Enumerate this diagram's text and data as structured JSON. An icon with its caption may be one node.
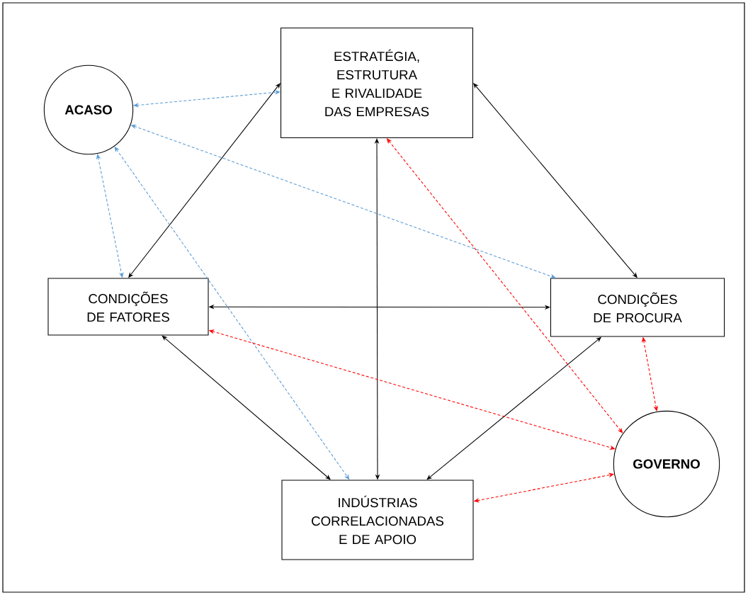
{
  "diagram": {
    "nodes": [
      {
        "text": [
          "ACASO"
        ]
      },
      {
        "text": [
          "ESTRATÉGIA, ESTRUTURA E RIVALIDADE DAS EMPRESAS"
        ]
      },
      {
        "text": [
          "CONDIÇÕES DE FATORES"
        ]
      },
      {
        "text": [
          "CONDIÇÕES DE PROCURA"
        ]
      },
      {
        "text": [
          "GOVERNO"
        ]
      },
      {
        "text": [
          "INDÚSTRIAS CORRELACIONADAS E DE APOIO"
        ]
      }
    ],
    "edges": [
      {
        "from": 1,
        "to": 2,
        "arrow": "both"
      },
      {
        "from": 1,
        "to": 3,
        "arrow": "both"
      },
      {
        "from": 1,
        "to": 5,
        "arrow": "both"
      },
      {
        "from": 2,
        "to": 3,
        "arrow": "both"
      },
      {
        "from": 2,
        "to": 5,
        "arrow": "both"
      },
      {
        "from": 5,
        "to": 3,
        "arrow": "both"
      },
      {
        "from": 0,
        "to": 1,
        "arrow": "both",
        "style": "dashed",
        "color": "#5b9bd5"
      },
      {
        "from": 0,
        "to": 3,
        "arrow": "both",
        "style": "dashed",
        "color": "#5b9bd5"
      },
      {
        "from": 0,
        "to": 5,
        "arrow": "both",
        "style": "dashed",
        "color": "#5b9bd5"
      },
      {
        "from": 0,
        "to": 2,
        "arrow": "both",
        "style": "dashed",
        "color": "#5b9bd5"
      },
      {
        "from": 1,
        "to": 4,
        "arrow": "both",
        "style": "dashed",
        "color": "#ff0000"
      },
      {
        "from": 2,
        "to": 4,
        "arrow": "both",
        "style": "dashed",
        "color": "#ff0000"
      },
      {
        "from": 3,
        "to": 4,
        "arrow": "both",
        "style": "dashed",
        "color": "#ff0000"
      },
      {
        "from": 5,
        "to": 4,
        "arrow": "both",
        "style": "dashed",
        "color": "#ff0000"
      }
    ]
  }
}
